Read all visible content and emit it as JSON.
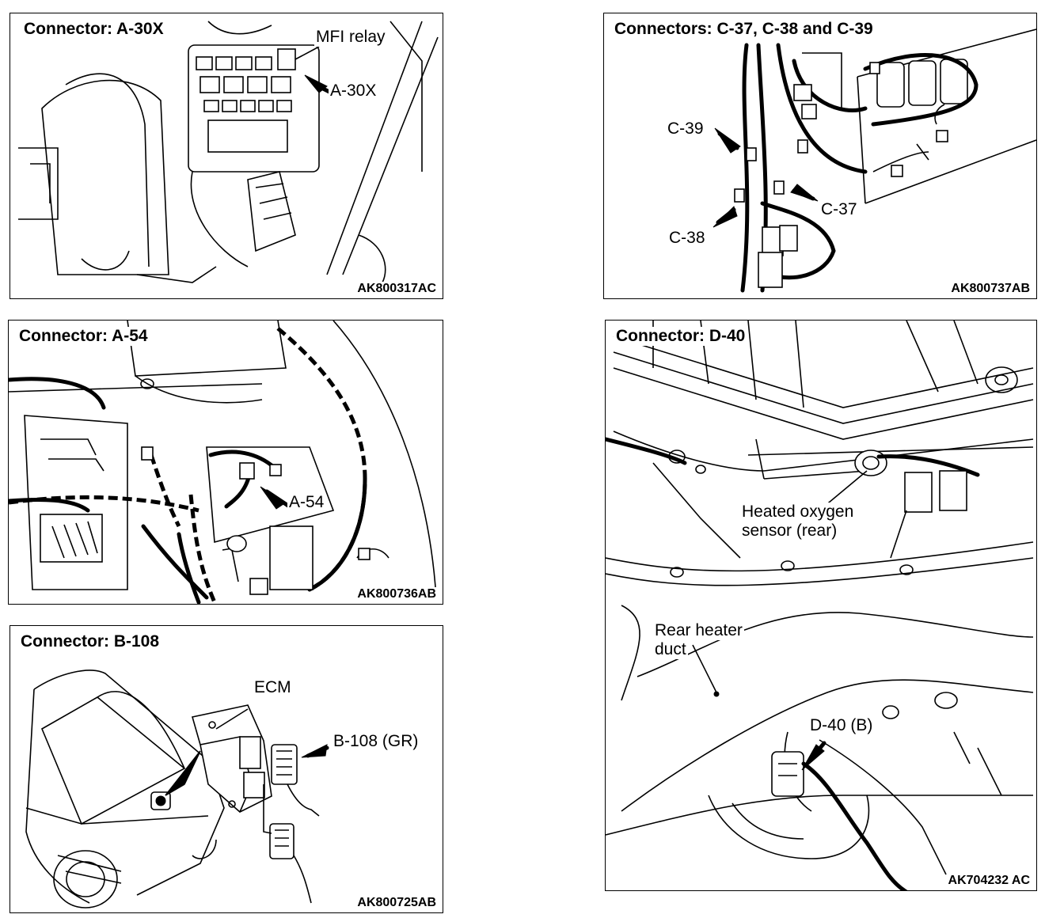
{
  "panels": [
    {
      "title": "Connector: A-30X",
      "code": "AK800317AC",
      "labels": [
        "MFI relay",
        "A-30X"
      ]
    },
    {
      "title": "Connectors: C-37, C-38 and C-39",
      "code": "AK800737AB",
      "labels": [
        "C-39",
        "C-37",
        "C-38"
      ]
    },
    {
      "title": "Connector: A-54",
      "code": "AK800736AB",
      "labels": [
        "A-54"
      ]
    },
    {
      "title": "Connector: D-40",
      "code": "AK704232 AC",
      "labels": [
        "Heated oxygen",
        "sensor (rear)",
        "Rear heater",
        "duct",
        "D-40 (B)"
      ]
    },
    {
      "title": "Connector: B-108",
      "code": "AK800725AB",
      "labels": [
        "ECM",
        "B-108 (GR)"
      ]
    }
  ]
}
